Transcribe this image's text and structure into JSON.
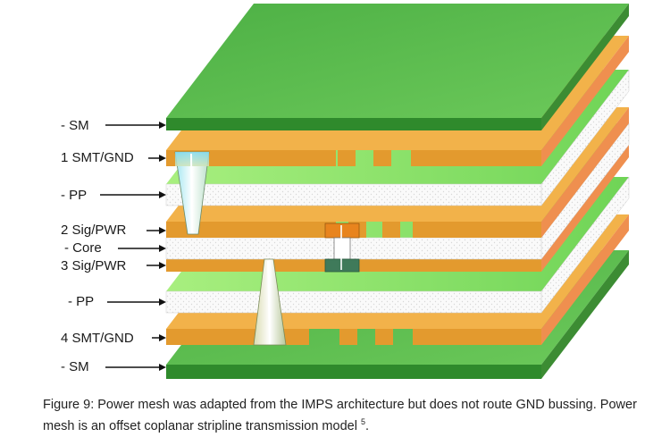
{
  "labels": {
    "sm_top": "- SM",
    "smt_gnd_1": "1 SMT/GND",
    "pp_1": "- PP",
    "sig_pwr_2": "2 Sig/PWR",
    "core": "- Core",
    "sig_pwr_3": "3 Sig/PWR",
    "pp_2": "- PP",
    "smt_gnd_4": "4 SMT/GND",
    "sm_bottom": "- SM"
  },
  "caption": {
    "text": "Figure 9: Power mesh was adapted from the IMPS architecture but does not route GND bussing. Power mesh is an offset coplanar stripline transmission model",
    "footnote": "5",
    "end": "."
  },
  "colors": {
    "soldermask_top": "#56b84a",
    "soldermask_front": "#2f8a2c",
    "copper_top": "#f2b24a",
    "copper_front": "#e39a2e",
    "copper_side": "#ef8f4f",
    "prepreg": "#ffffff",
    "dielectric_green": "#8be06a"
  }
}
